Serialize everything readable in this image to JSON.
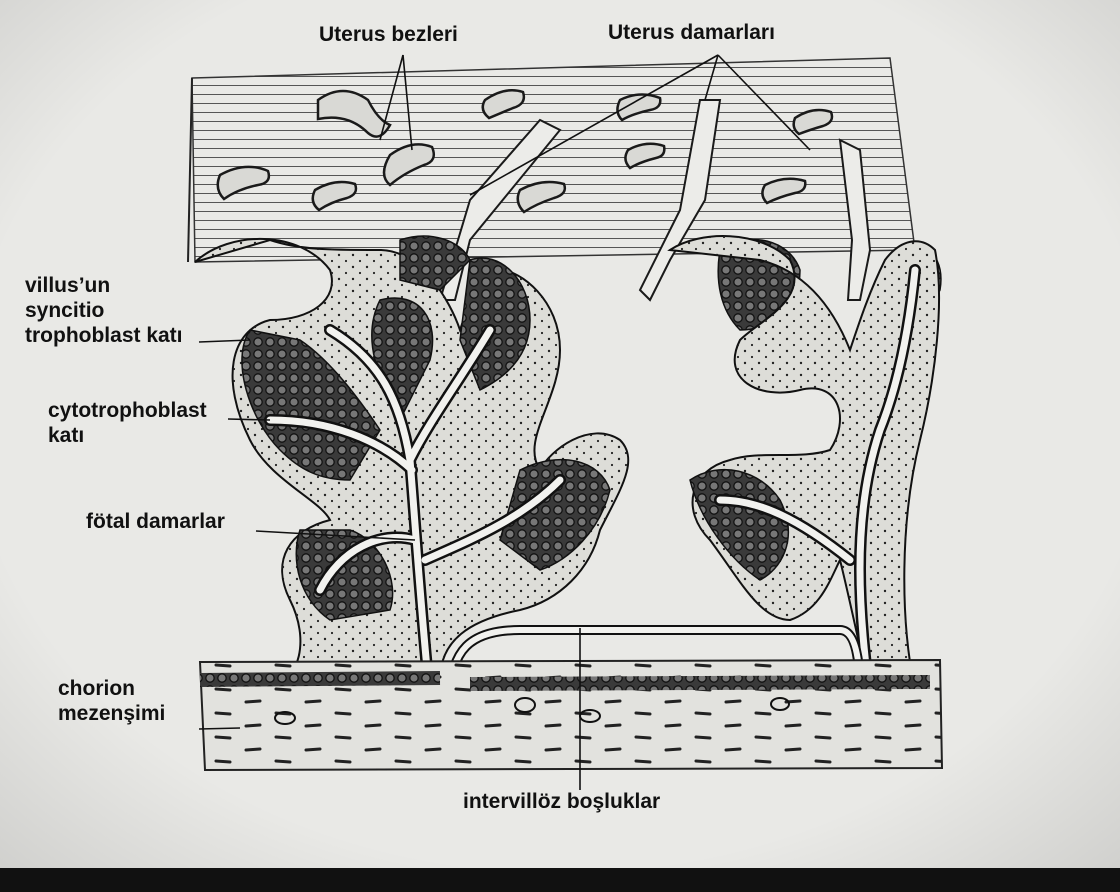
{
  "labels": {
    "uterus_glands": "Uterus bezleri",
    "uterus_vessels": "Uterus damarları",
    "syncytio_line1": "villus’un",
    "syncytio_line2": "syncitio",
    "syncytio_line3": "trophoblast katı",
    "cyto_line1": "cytotrophoblast",
    "cyto_line2": "katı",
    "fetal_vessels": "fötal damarlar",
    "chorion_line1": "chorion",
    "chorion_line2": "mezenşimi",
    "intervillous": "intervillöz boşluklar"
  },
  "colors": {
    "background": "#e9e9e6",
    "ink": "#1a1a1a",
    "trophoblast_dark": "#2a2a2a"
  }
}
